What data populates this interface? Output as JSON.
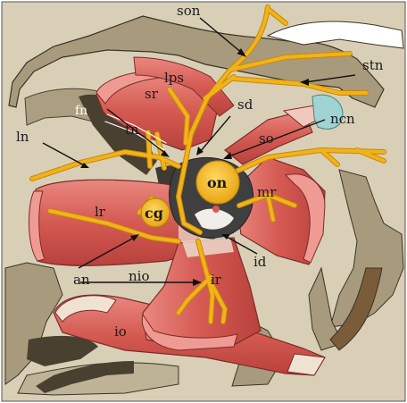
{
  "colors": {
    "background": "#d9cfb7",
    "bone": "#a6987a",
    "shadow": "#4a4030",
    "muscle": "#d65b55",
    "muscle_light": "#ef9a92",
    "tendon": "#efe2d3",
    "nerve": "#f2b21a",
    "nerve_outline": "#c68a06",
    "optic_nerve": "#f6c12a",
    "eye_dark": "#3f3f3f",
    "lens": "#9fd4d2"
  },
  "labels": {
    "son": "son",
    "stn": "stn",
    "lps": "lps",
    "sr": "sr",
    "sd": "sd",
    "fn": "fn",
    "tn": "tn",
    "ln": "ln",
    "so": "so",
    "ncn": "ncn",
    "on": "on",
    "mr": "mr",
    "cg": "cg",
    "lr": "lr",
    "id": "id",
    "an": "an",
    "nio": "nio",
    "ir": "ir",
    "io": "io"
  }
}
